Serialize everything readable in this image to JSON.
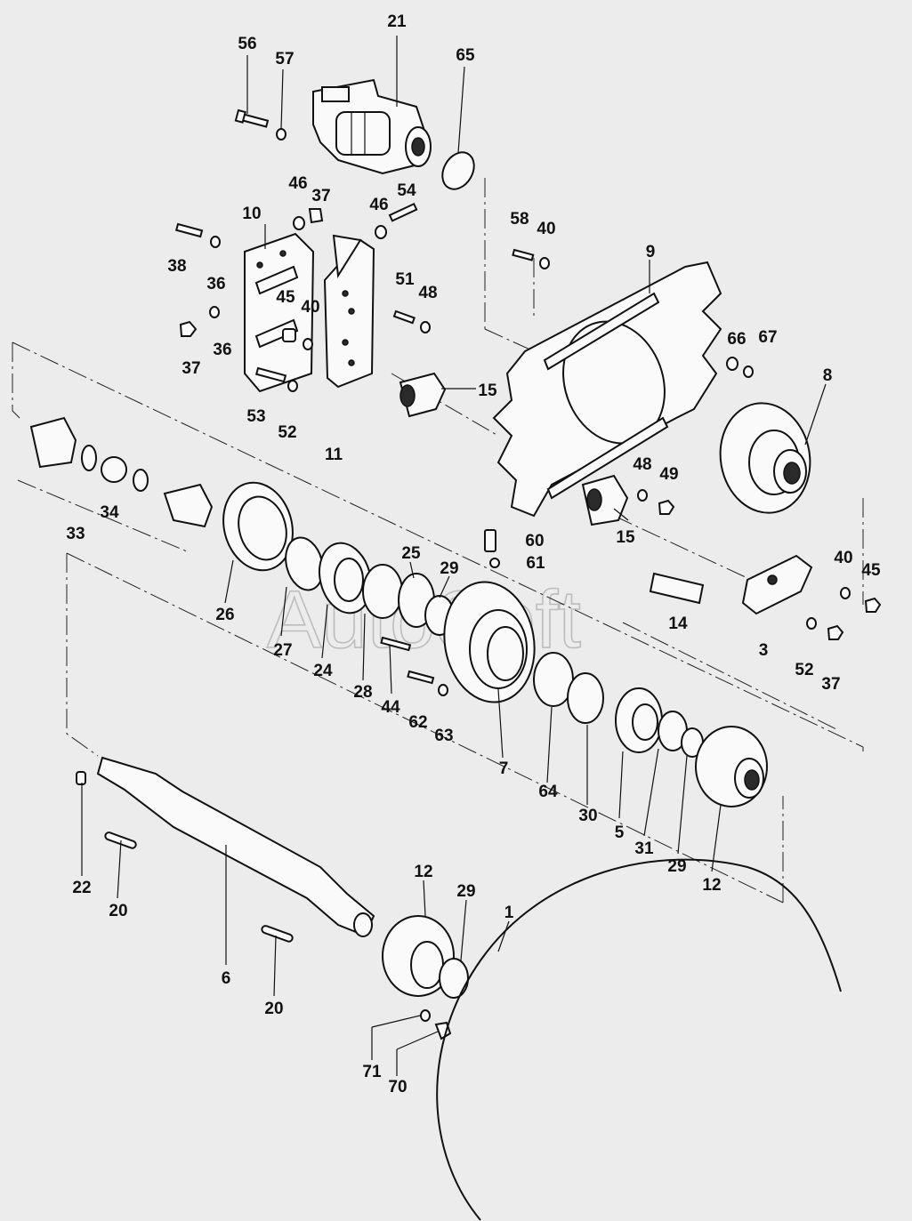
{
  "diagram": {
    "watermark": "AutoSoft",
    "callouts": [
      "56",
      "57",
      "21",
      "65",
      "46",
      "37",
      "46",
      "54",
      "10",
      "38",
      "36",
      "45",
      "40",
      "36",
      "37",
      "58",
      "40",
      "9",
      "51",
      "48",
      "66",
      "67",
      "8",
      "53",
      "52",
      "11",
      "15",
      "48",
      "49",
      "15",
      "60",
      "61",
      "25",
      "29",
      "40",
      "45",
      "34",
      "33",
      "26",
      "27",
      "24",
      "28",
      "44",
      "62",
      "63",
      "14",
      "3",
      "52",
      "37",
      "7",
      "64",
      "30",
      "5",
      "31",
      "29",
      "12",
      "22",
      "20",
      "6",
      "20",
      "12",
      "29",
      "1",
      "71",
      "70"
    ]
  }
}
